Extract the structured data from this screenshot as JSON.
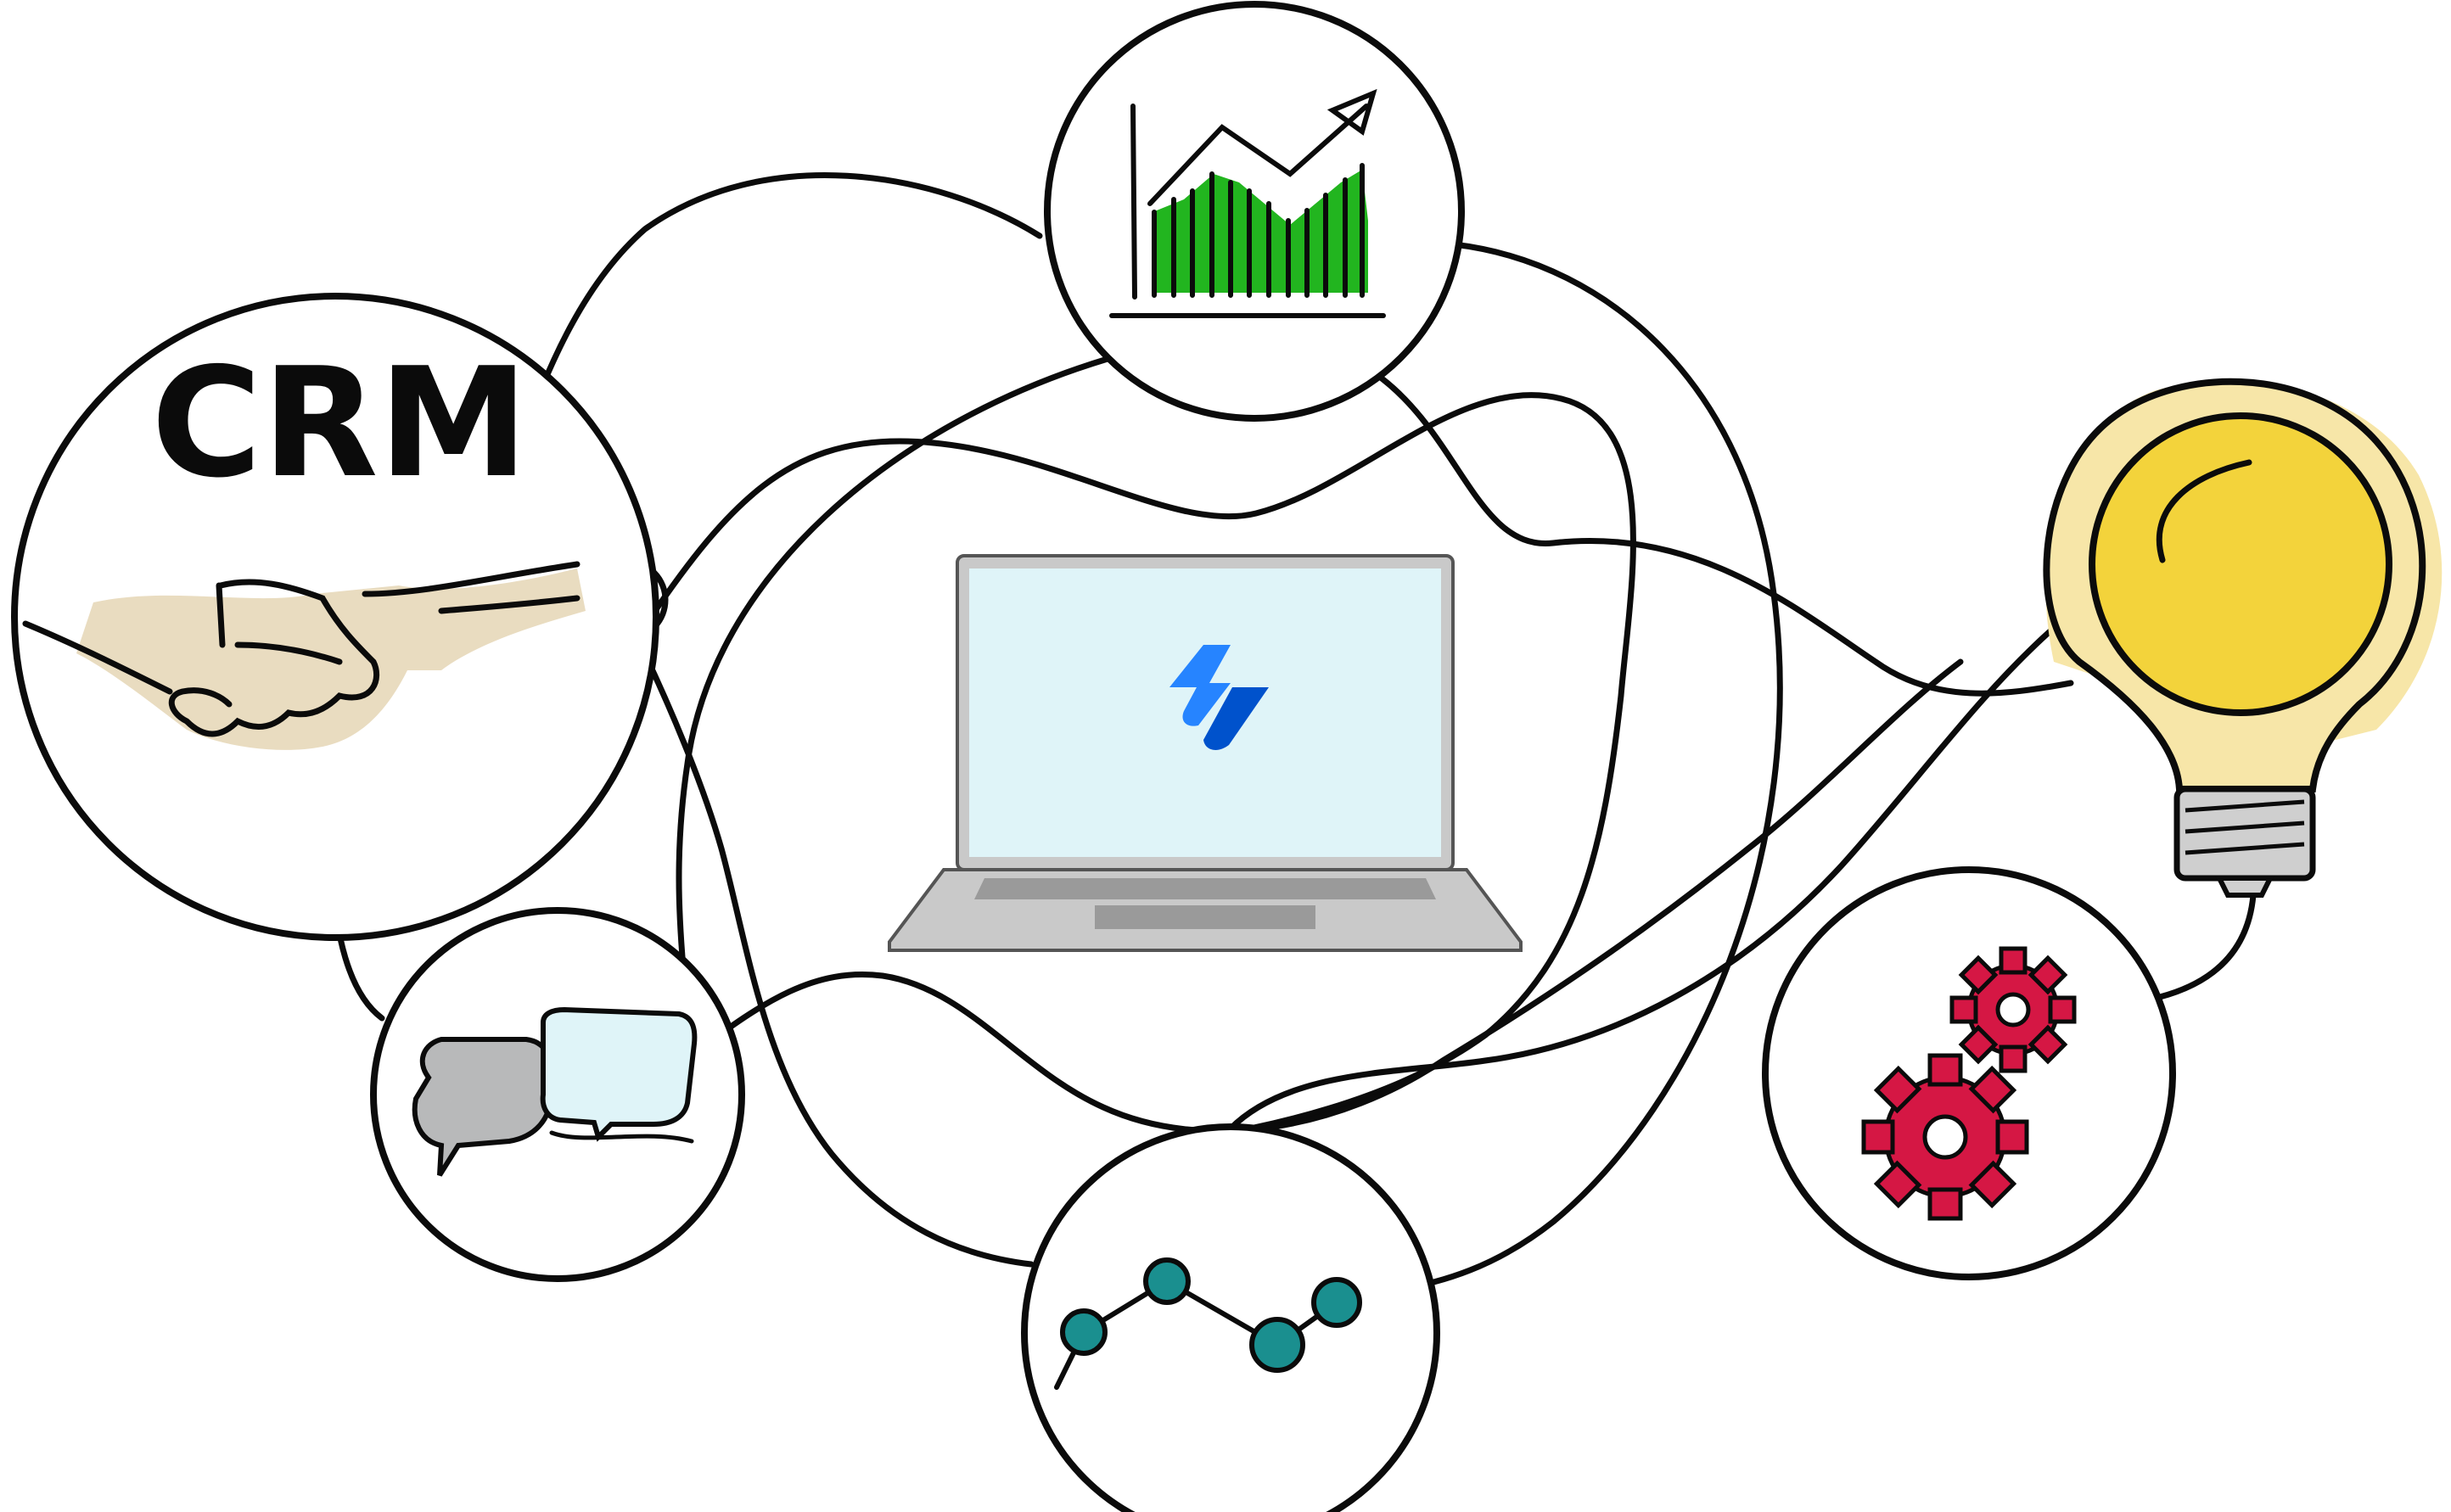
{
  "crm_node": {
    "label": "CRM"
  },
  "nodes": [
    {
      "id": "crm",
      "icon": "handshake-icon"
    },
    {
      "id": "growth",
      "icon": "growth-chart-icon"
    },
    {
      "id": "chat",
      "icon": "chat-bubbles-icon"
    },
    {
      "id": "metrics",
      "icon": "line-graph-icon"
    },
    {
      "id": "settings",
      "icon": "gears-icon"
    },
    {
      "id": "idea",
      "icon": "light-bulb-icon"
    },
    {
      "id": "center",
      "icon": "laptop-icon"
    }
  ],
  "colors": {
    "stroke": "#0b0b0b",
    "skin": "#e9dcc0",
    "skin_shadow": "#d9c7a0",
    "chart_green": "#22b51f",
    "bubble_gray": "#b8b9ba",
    "bubble_blue": "#dff4f8",
    "dot_teal": "#1a8f8f",
    "gear_red": "#d51744",
    "bulb_yellow": "#f3d33b",
    "bulb_glow": "#f7e6a8",
    "screen": "#dff4f8",
    "laptop_gray": "#c9c9c9",
    "logo_blue": "#2684ff",
    "logo_blue_dark": "#0052cc"
  }
}
